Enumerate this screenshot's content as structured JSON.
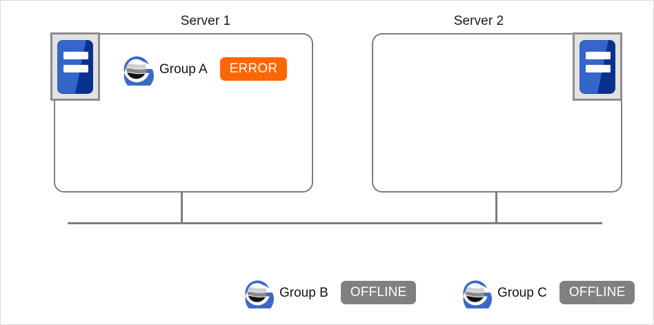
{
  "diagram": {
    "title_bar": null,
    "servers": [
      {
        "id": "server-1",
        "title": "Server 1",
        "icon_name": "server-machine-icon",
        "icon_position": "top-left",
        "groups": [
          {
            "id": "group-a",
            "label": "Group A",
            "logo_name": "group-globe-logo",
            "status": "ERROR",
            "status_color": "#ff6600"
          }
        ]
      },
      {
        "id": "server-2",
        "title": "Server 2",
        "icon_name": "server-machine-icon",
        "icon_position": "top-right",
        "groups": []
      }
    ],
    "unassigned_groups": [
      {
        "id": "group-b",
        "label": "Group B",
        "logo_name": "group-globe-logo",
        "status": "OFFLINE",
        "status_color": "#808080"
      },
      {
        "id": "group-c",
        "label": "Group C",
        "logo_name": "group-globe-logo",
        "status": "OFFLINE",
        "status_color": "#808080"
      }
    ],
    "network": {
      "bus_label": "",
      "line_color": "#7d7d7d"
    },
    "palette": {
      "server_icon_blue_light": "#3465c8",
      "server_icon_blue_dark": "#0b3190",
      "server_icon_frame": "#8c8c8c",
      "server_box_border": "#7d7d7d",
      "logo_blue": "#3a69c9",
      "status_error": "#ff6600",
      "status_offline": "#808080",
      "background": "#ffffff"
    }
  }
}
